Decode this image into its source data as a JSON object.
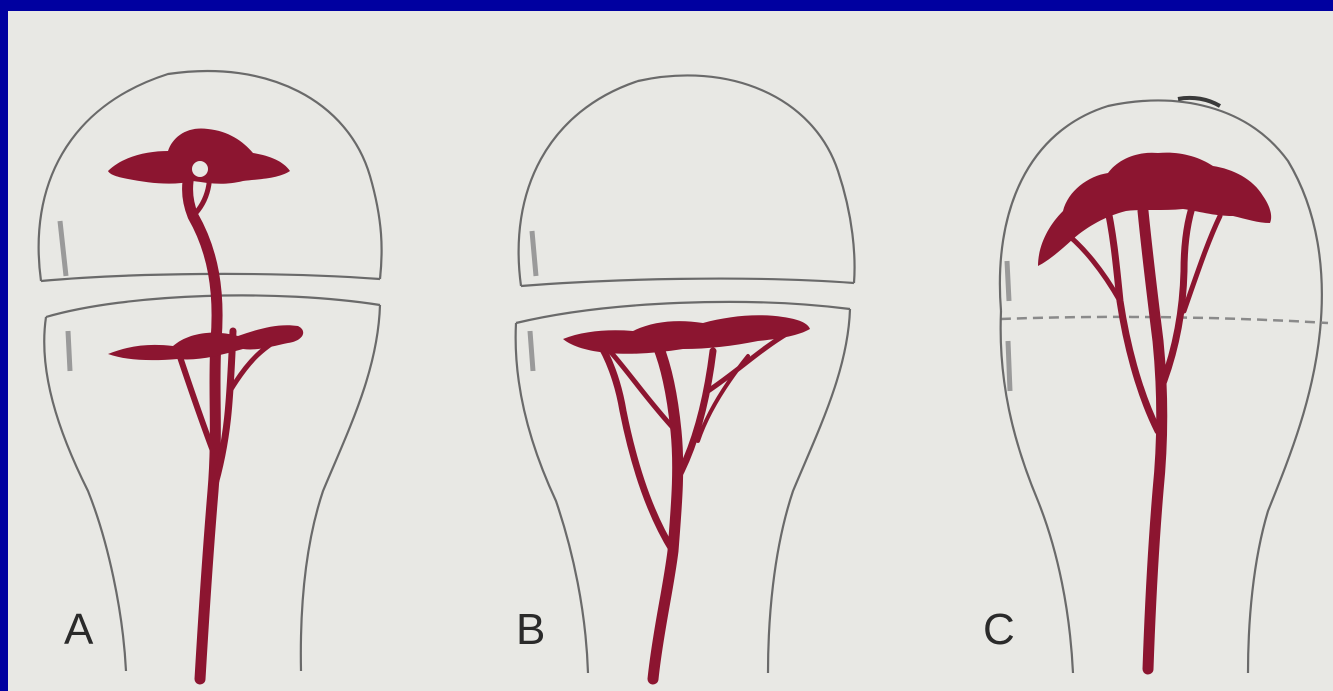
{
  "figure": {
    "colors": {
      "slide_border": "#0000a0",
      "paper": "#e8e8e4",
      "outline": "#6a6a6a",
      "vessel": "#8c1530"
    },
    "panels": [
      {
        "label": "A"
      },
      {
        "label": "B"
      },
      {
        "label": "C"
      }
    ]
  }
}
